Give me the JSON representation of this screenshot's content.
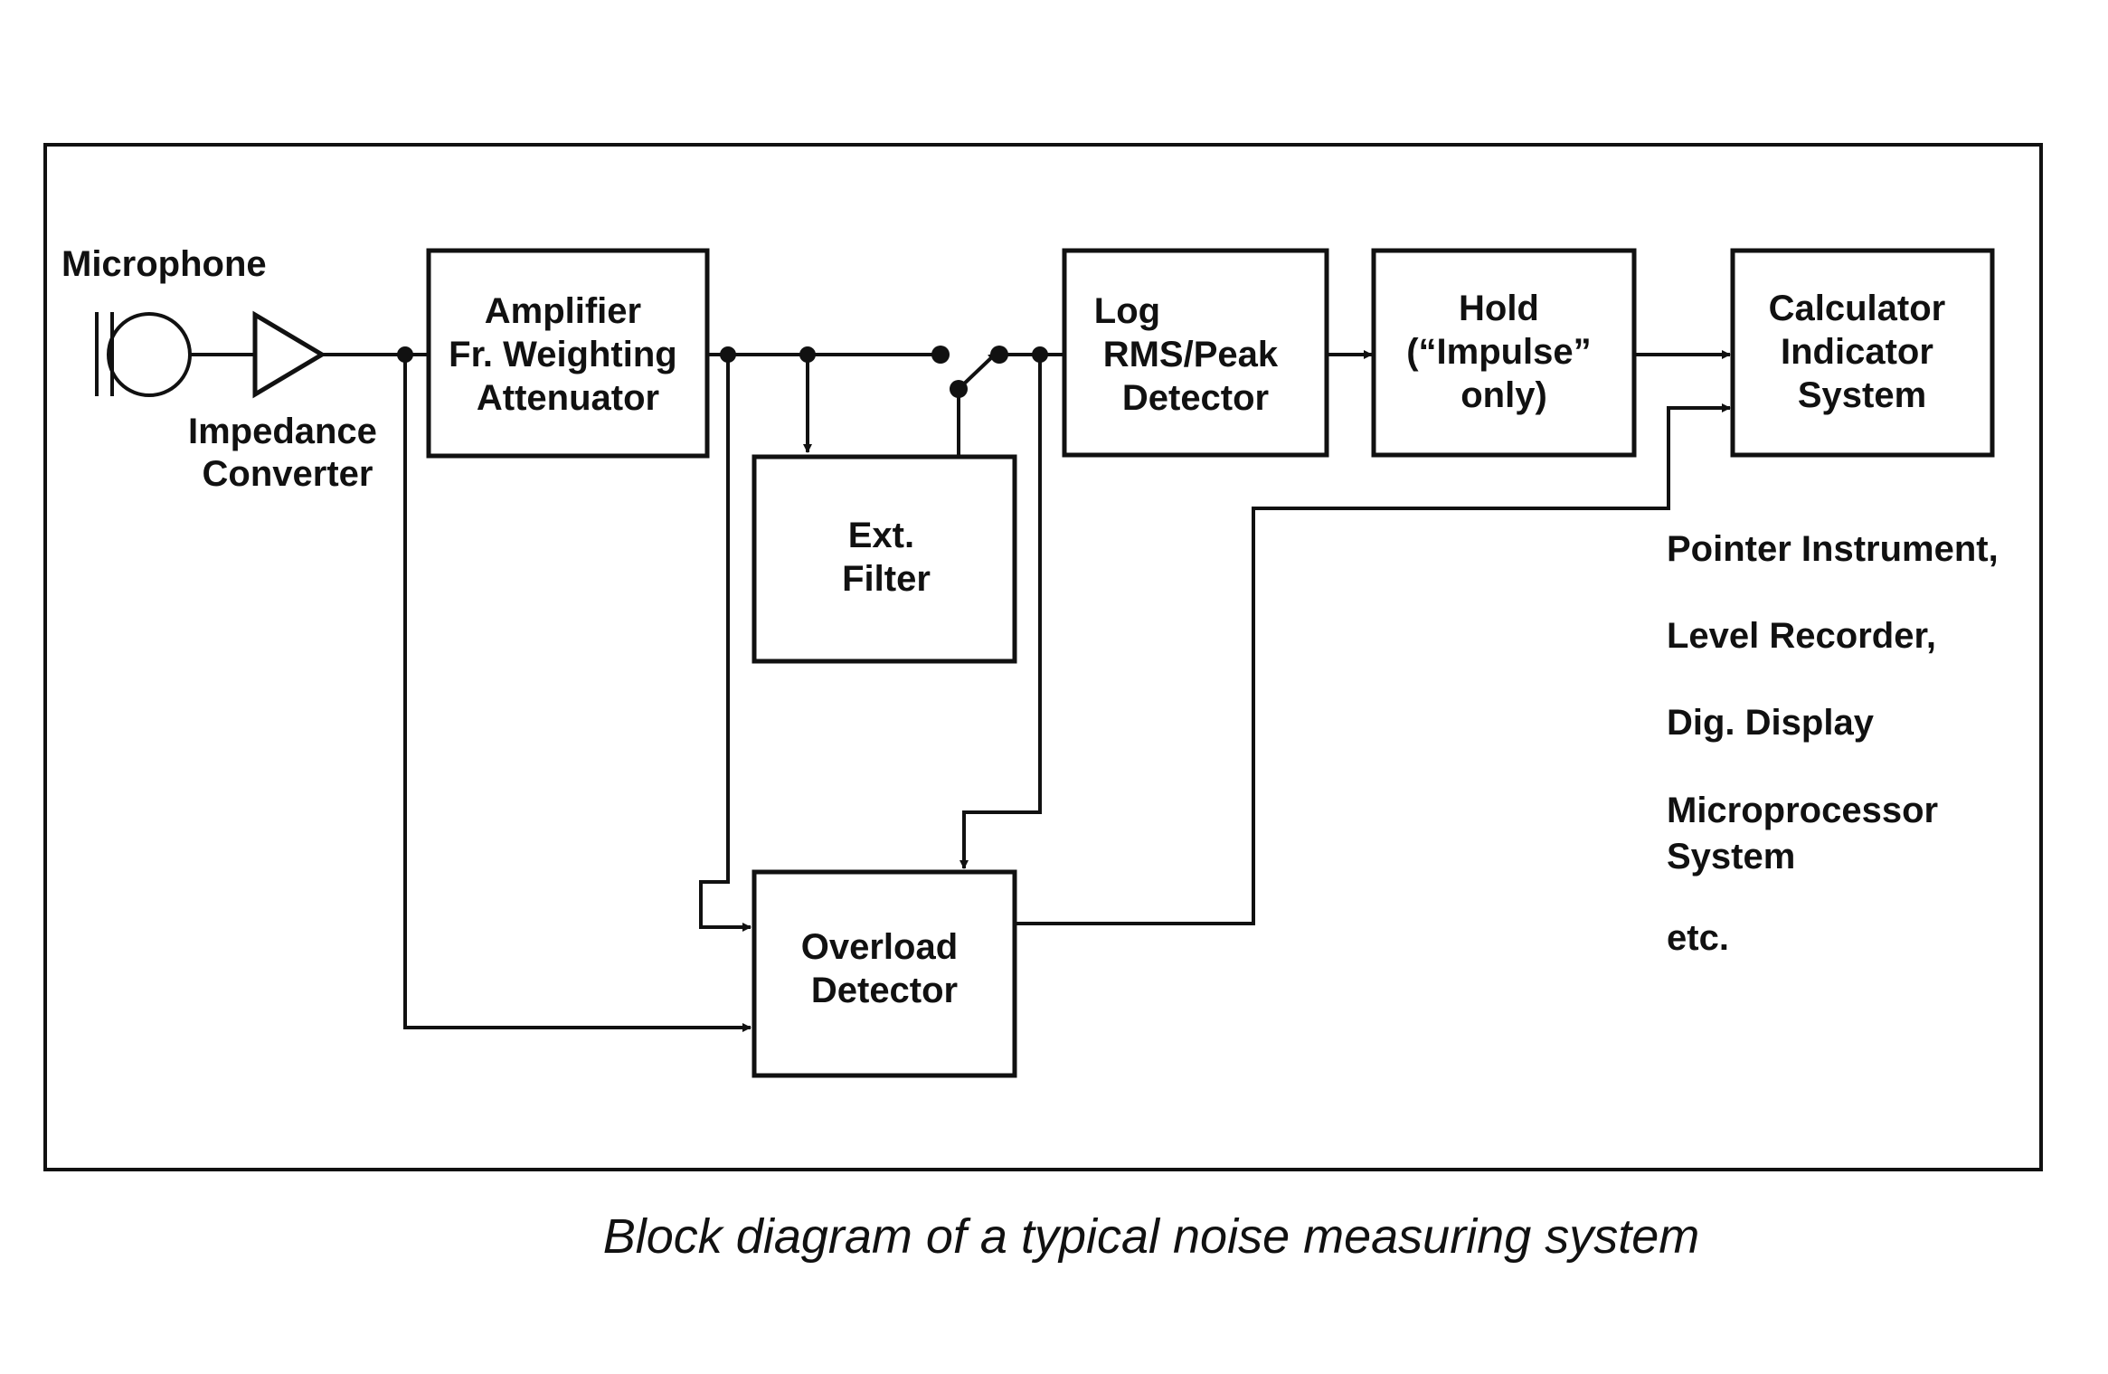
{
  "labels": {
    "microphone": "Microphone",
    "impedance_converter": [
      "Impedance",
      "Converter"
    ]
  },
  "blocks": {
    "amplifier": [
      "Amplifier",
      "Fr. Weighting",
      "Attenuator"
    ],
    "ext_filter": [
      "Ext.",
      "Filter"
    ],
    "detector": [
      "Log",
      "RMS/Peak",
      "Detector"
    ],
    "hold": [
      "Hold",
      "(“Impulse”",
      "only)"
    ],
    "calculator": [
      "Calculator",
      "Indicator",
      "System"
    ],
    "overload": [
      "Overload",
      "Detector"
    ]
  },
  "outputs": [
    [
      "Pointer Instrument,"
    ],
    [
      "Level Recorder,"
    ],
    [
      "Dig. Display"
    ],
    [
      "Microprocessor",
      "System"
    ],
    [
      "etc."
    ]
  ],
  "caption": "Block diagram of a typical noise measuring system"
}
